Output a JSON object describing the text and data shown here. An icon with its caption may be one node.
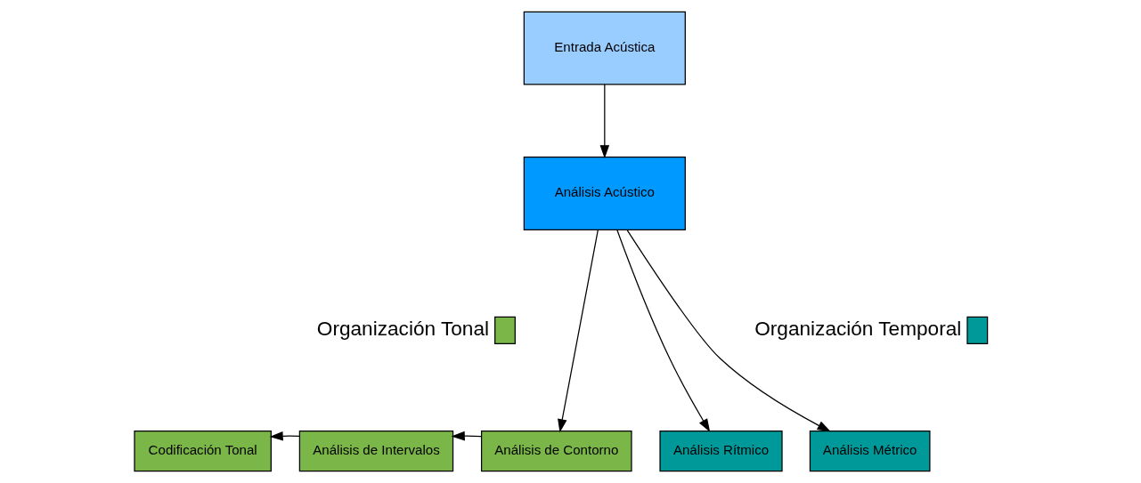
{
  "diagram": {
    "nodes": [
      {
        "text": [
          "Entrada Acústica"
        ]
      },
      {
        "text": [
          "Análisis Acústico"
        ]
      },
      {
        "text": [
          "Codificación Tonal"
        ]
      },
      {
        "text": [
          "Análisis de Intervalos"
        ]
      },
      {
        "text": [
          "Análisis de Contorno"
        ]
      },
      {
        "text": [
          "Análisis Rítmico"
        ]
      },
      {
        "text": [
          "Análisis Métrico"
        ]
      }
    ],
    "edges": [
      {
        "from": 0,
        "to": 1,
        "arrow": "to"
      },
      {
        "from": 1,
        "to": 4,
        "arrow": "to"
      },
      {
        "from": 1,
        "to": 5,
        "arrow": "to"
      },
      {
        "from": 1,
        "to": 6,
        "arrow": "to"
      },
      {
        "from": 4,
        "to": 3,
        "arrow": "to"
      },
      {
        "from": 3,
        "to": 2,
        "arrow": "to"
      }
    ],
    "legend": [
      {
        "text": "Organización Tonal",
        "color": "#7ab648"
      },
      {
        "text": "Organización Temporal",
        "color": "#009999"
      }
    ]
  }
}
